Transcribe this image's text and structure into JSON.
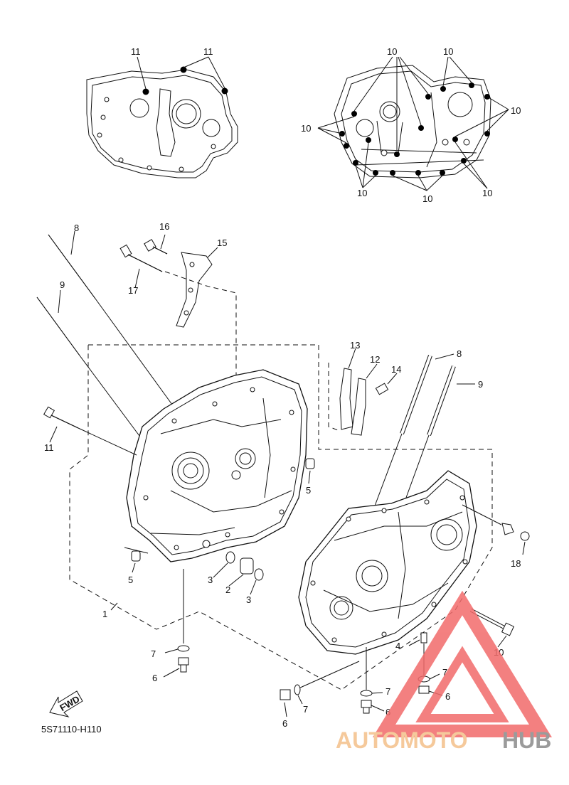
{
  "diagram_code": "5S71110-H110",
  "fwd_label": "FWD",
  "watermark": {
    "word1": "AUTOMOTO",
    "word2": "HUB",
    "color1": "#f4c08a",
    "color2": "#8a8a8a",
    "triangle_color": "#f26b6b"
  },
  "callouts": [
    {
      "id": "c-11a",
      "text": "11"
    },
    {
      "id": "c-11b",
      "text": "11"
    },
    {
      "id": "c-10a",
      "text": "10"
    },
    {
      "id": "c-10b",
      "text": "10"
    },
    {
      "id": "c-10c",
      "text": "10"
    },
    {
      "id": "c-10d",
      "text": "10"
    },
    {
      "id": "c-10e",
      "text": "10"
    },
    {
      "id": "c-10f",
      "text": "10"
    },
    {
      "id": "c-10g",
      "text": "10"
    },
    {
      "id": "c-8a",
      "text": "8"
    },
    {
      "id": "c-16",
      "text": "16"
    },
    {
      "id": "c-15",
      "text": "15"
    },
    {
      "id": "c-17",
      "text": "17"
    },
    {
      "id": "c-9a",
      "text": "9"
    },
    {
      "id": "c-13",
      "text": "13"
    },
    {
      "id": "c-12",
      "text": "12"
    },
    {
      "id": "c-14",
      "text": "14"
    },
    {
      "id": "c-8b",
      "text": "8"
    },
    {
      "id": "c-9b",
      "text": "9"
    },
    {
      "id": "c-11c",
      "text": "11"
    },
    {
      "id": "c-5a",
      "text": "5"
    },
    {
      "id": "c-5b",
      "text": "5"
    },
    {
      "id": "c-3a",
      "text": "3"
    },
    {
      "id": "c-2",
      "text": "2"
    },
    {
      "id": "c-3b",
      "text": "3"
    },
    {
      "id": "c-18",
      "text": "18"
    },
    {
      "id": "c-1",
      "text": "1"
    },
    {
      "id": "c-4",
      "text": "4"
    },
    {
      "id": "c-10h",
      "text": "10"
    },
    {
      "id": "c-7a",
      "text": "7"
    },
    {
      "id": "c-6a",
      "text": "6"
    },
    {
      "id": "c-7b",
      "text": "7"
    },
    {
      "id": "c-7c",
      "text": "7"
    },
    {
      "id": "c-7d",
      "text": "7"
    },
    {
      "id": "c-6b",
      "text": "6"
    },
    {
      "id": "c-6c",
      "text": "6"
    },
    {
      "id": "c-6d",
      "text": "6"
    }
  ]
}
